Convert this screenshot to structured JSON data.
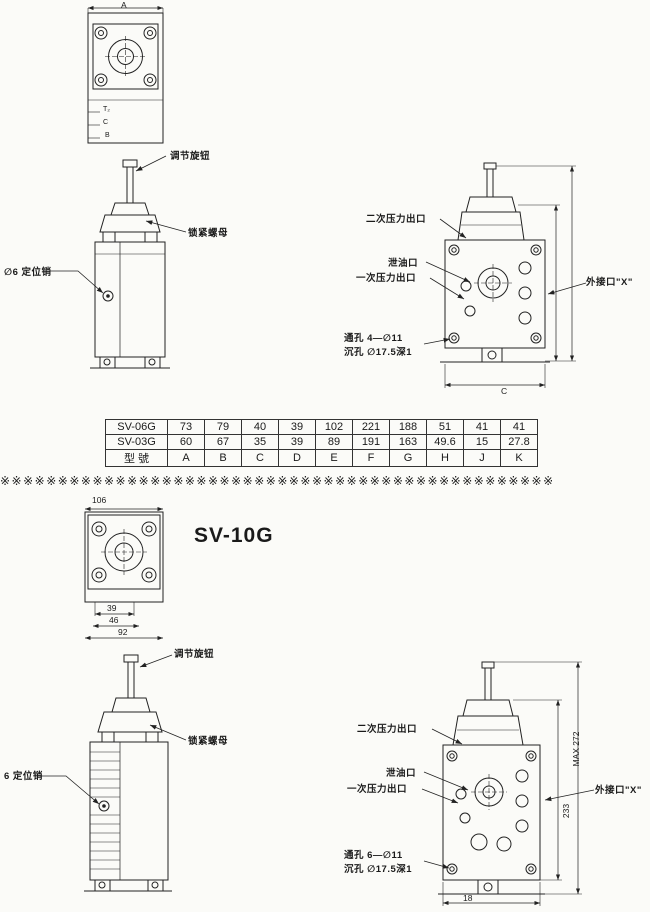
{
  "separator": "※※※※※※※※※※※※※※※※※※※※※※※※※※※※※※※※※※※※※※※※※※※※※※※※",
  "sv06": {
    "top_view": {
      "dim_a": "A",
      "port_t": "T₂",
      "port_c": "C",
      "port_b": "B"
    },
    "labels": {
      "adjust_knob": "调节旋钮",
      "lock_nut": "锁紧螺母",
      "locating_pin": "∅6 定位销",
      "secondary_outlet": "二次压力出口",
      "drain_port": "泄油口",
      "primary_outlet": "一次压力出口",
      "through_hole": "通孔 4—∅11",
      "counterbore": "沉孔 ∅17.5深1",
      "external_port": "外接口\"X\"",
      "dim_c": "C"
    }
  },
  "dimension_table": {
    "rows": [
      [
        "SV-06G",
        "73",
        "79",
        "40",
        "39",
        "102",
        "221",
        "188",
        "51",
        "41",
        "41"
      ],
      [
        "SV-03G",
        "60",
        "67",
        "35",
        "39",
        "89",
        "191",
        "163",
        "49.6",
        "15",
        "27.8"
      ],
      [
        "型 號",
        "A",
        "B",
        "C",
        "D",
        "E",
        "F",
        "G",
        "H",
        "J",
        "K"
      ]
    ]
  },
  "sv10": {
    "title": "SV-10G",
    "top_view": {
      "dim_106": "106",
      "dim_39": "39",
      "dim_46": "46",
      "dim_92": "92"
    },
    "labels": {
      "adjust_knob": "调节旋钮",
      "lock_nut": "锁紧螺母",
      "locating_pin": "6 定位销",
      "secondary_outlet": "二次压力出口",
      "drain_port": "泄油口",
      "primary_outlet": "一次压力出口",
      "through_hole": "通孔 6—∅11",
      "counterbore": "沉孔 ∅17.5深1",
      "external_port": "外接口\"X\"",
      "dim_max272": "MAX 272",
      "dim_233": "233",
      "dim_18": "18"
    }
  }
}
